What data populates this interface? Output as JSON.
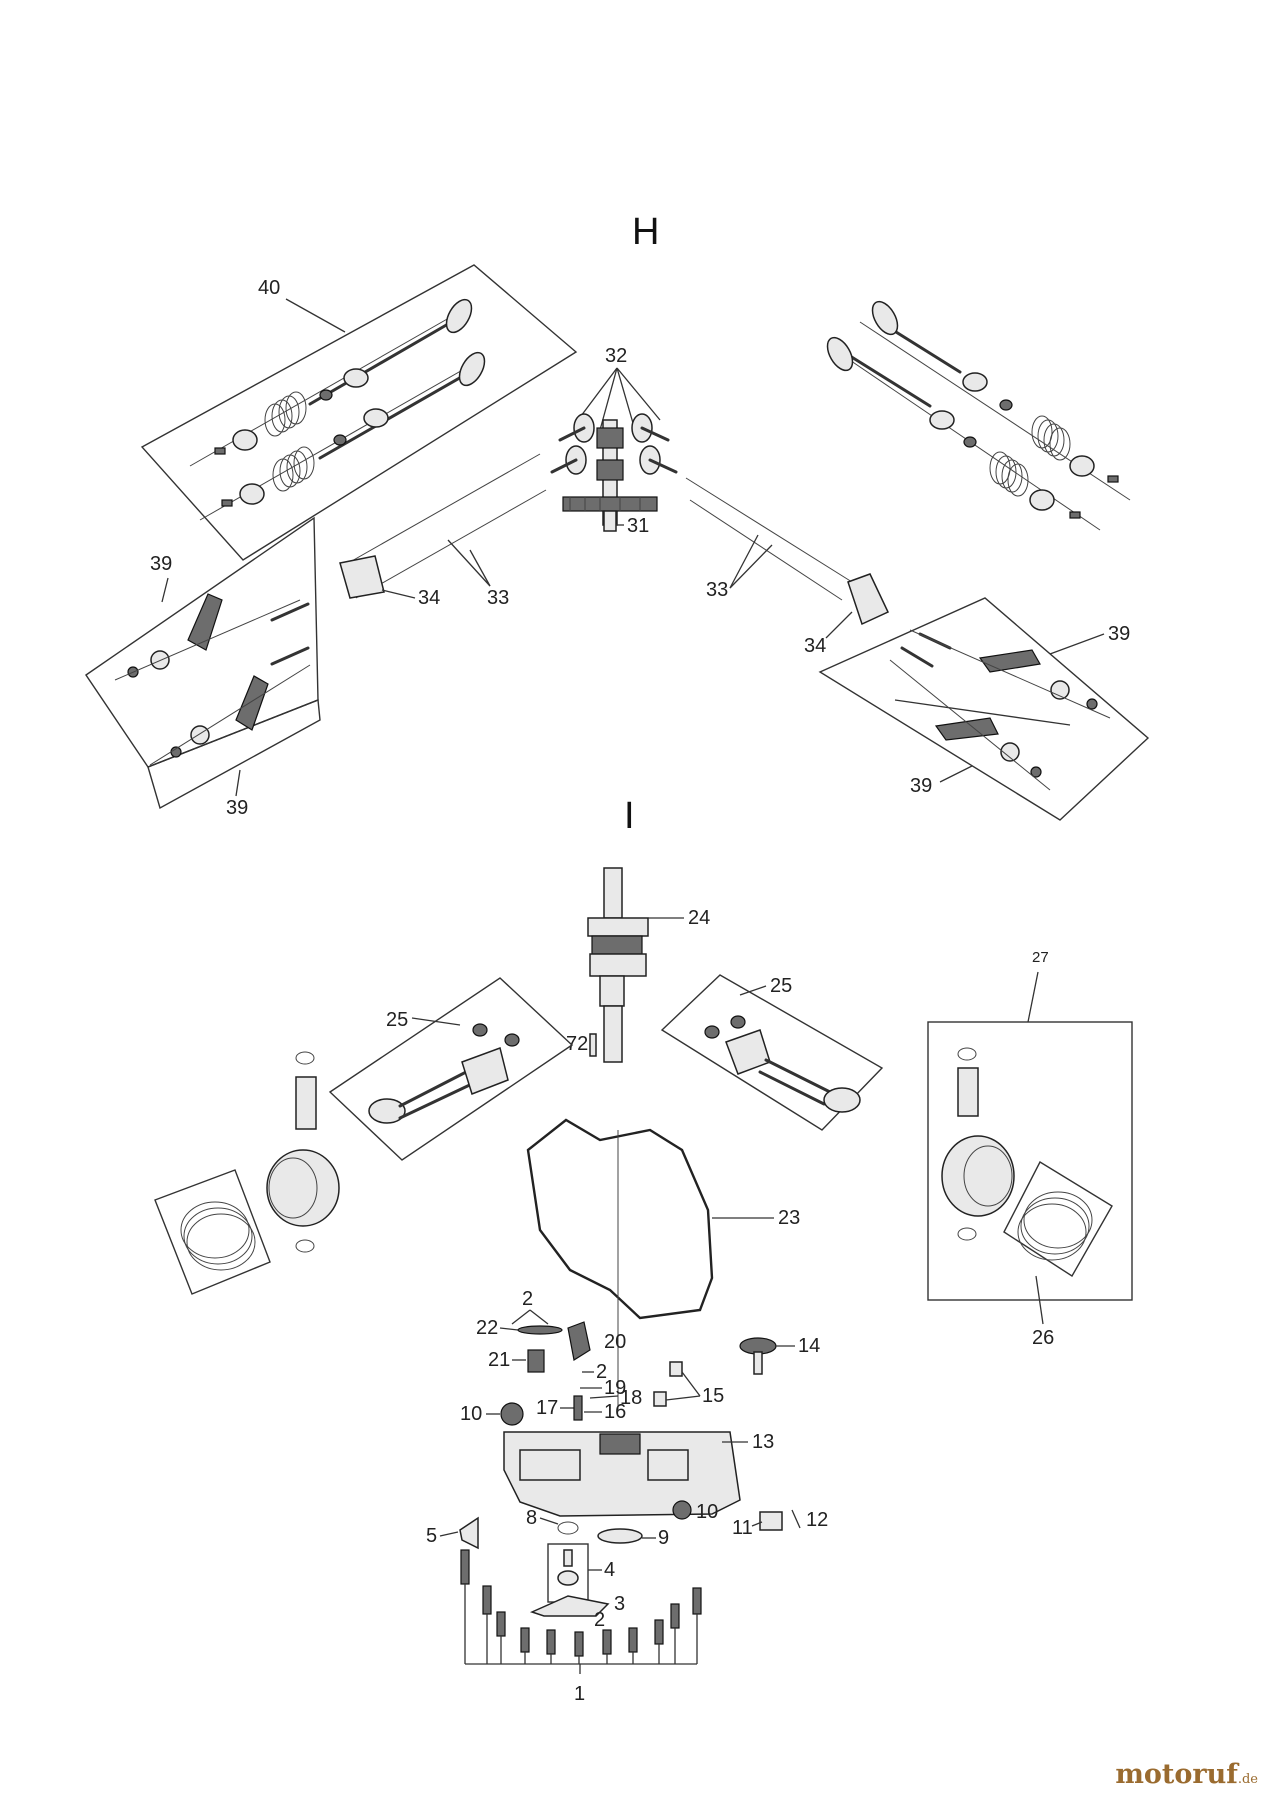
{
  "sections": {
    "H": "H",
    "I": "I"
  },
  "callouts": {
    "c40": "40",
    "c32": "32",
    "c31": "31",
    "c33a": "33",
    "c33b": "33",
    "c34a": "34",
    "c34b": "34",
    "c39a": "39",
    "c39b": "39",
    "c39c": "39",
    "c39d": "39",
    "c24": "24",
    "c25a": "25",
    "c25b": "25",
    "c72": "72",
    "c27": "27",
    "c26": "26",
    "c23": "23",
    "c2a": "2",
    "c22": "22",
    "c20": "20",
    "c21": "21",
    "c2b": "2",
    "c19": "19",
    "c18": "18",
    "c17": "17",
    "c16": "16",
    "c10a": "10",
    "c14": "14",
    "c15": "15",
    "c13": "13",
    "c5": "5",
    "c8": "8",
    "c9": "9",
    "c10b": "10",
    "c11": "11",
    "c12": "12",
    "c4": "4",
    "c3": "3",
    "c2c": "2",
    "c1": "1"
  },
  "watermark": {
    "main": "motoruf",
    "suffix": ".de"
  }
}
